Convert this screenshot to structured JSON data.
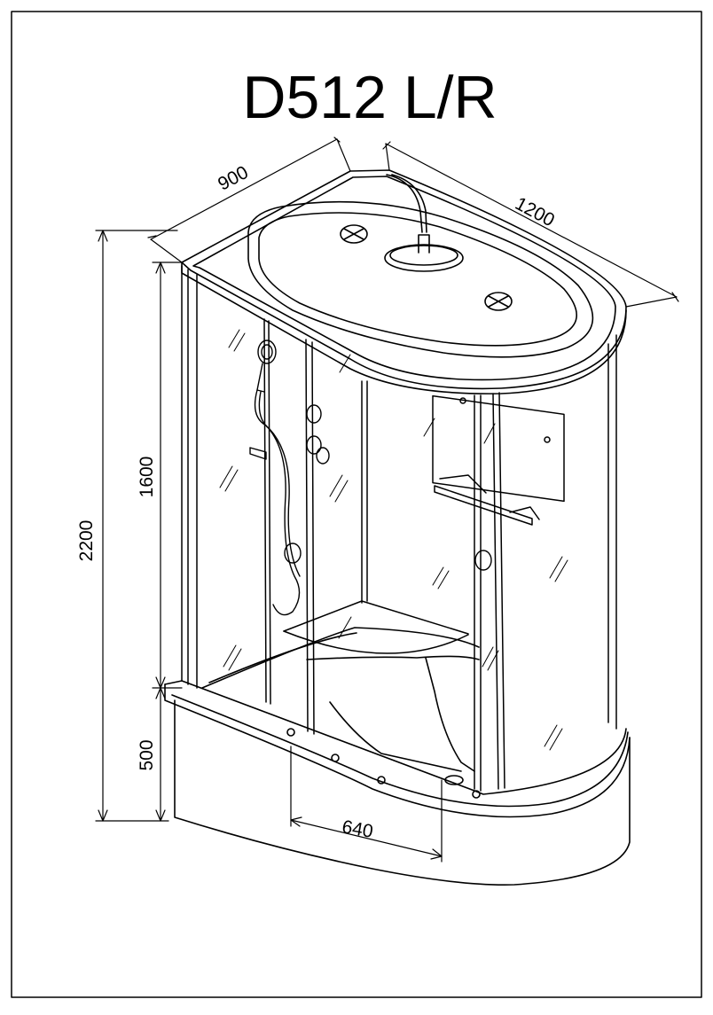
{
  "title": "D512 L/R",
  "dimensions": {
    "depth": "900",
    "width": "1200",
    "total_height": "2200",
    "cabin_height": "1600",
    "tray_height": "500",
    "door_width": "640"
  },
  "colors": {
    "line": "#000000",
    "background": "#ffffff"
  }
}
